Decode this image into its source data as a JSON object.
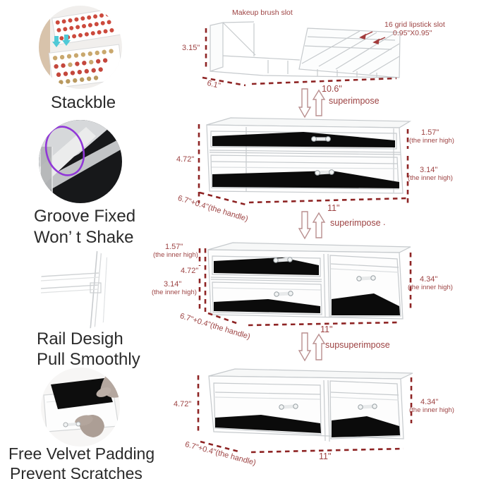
{
  "colors": {
    "dim_text": "#9d4343",
    "dash_red": "#8e2424",
    "arrow_outline": "#b98f8f",
    "caption_text": "#2b2b2b",
    "acrylic_line": "#c6cacd",
    "velvet_black": "#0b0b0b",
    "cyan_arrow": "#4fc9d6",
    "purple_ring": "#9137d8"
  },
  "features": [
    {
      "caption1": "Stackble",
      "caption2": ""
    },
    {
      "caption1": "Groove Fixed",
      "caption2": "Won’ t Shake"
    },
    {
      "caption1": "Rail Desigh",
      "caption2": "Pull Smoothly"
    },
    {
      "caption1": "Free Velvet Padding",
      "caption2": "Prevent Scratches"
    }
  ],
  "tray": {
    "brush_slot": "Makeup brush slot",
    "grid_slot_line1": "16 grid lipstick slot",
    "grid_slot_line2": "0.95\"X0.95\"",
    "height": "3.15\"",
    "depth": "6.1\"",
    "width": "10.6\""
  },
  "box2": {
    "left_height": "4.72\"",
    "right_top": "1.57\"",
    "right_top_note": "(the inner high)",
    "right_bottom": "3.14\"",
    "right_bottom_note": "(the inner high)",
    "depth": "6.7\"+0.4\"(the handle)",
    "width": "11\""
  },
  "box3": {
    "left_top": "1.57\"",
    "left_top_note": "(the inner high)",
    "left_height": "4.72\"",
    "left_bottom": "3.14\"",
    "left_bottom_note": "(the inner high)",
    "right_height": "4.34\"",
    "right_note": "(the inner high)",
    "depth": "6.7\"+0.4\"(the handle)",
    "width": "11\""
  },
  "box4": {
    "left_height": "4.72\"",
    "right_height": "4.34\"",
    "right_note": "(the inner high)",
    "depth": "6.7\"+0.4\"(the handle)",
    "width": "11\""
  },
  "connectors": [
    {
      "label": "superimpose"
    },
    {
      "label": "superimpose",
      "period": "."
    },
    {
      "label": "supsuperimpose"
    }
  ]
}
